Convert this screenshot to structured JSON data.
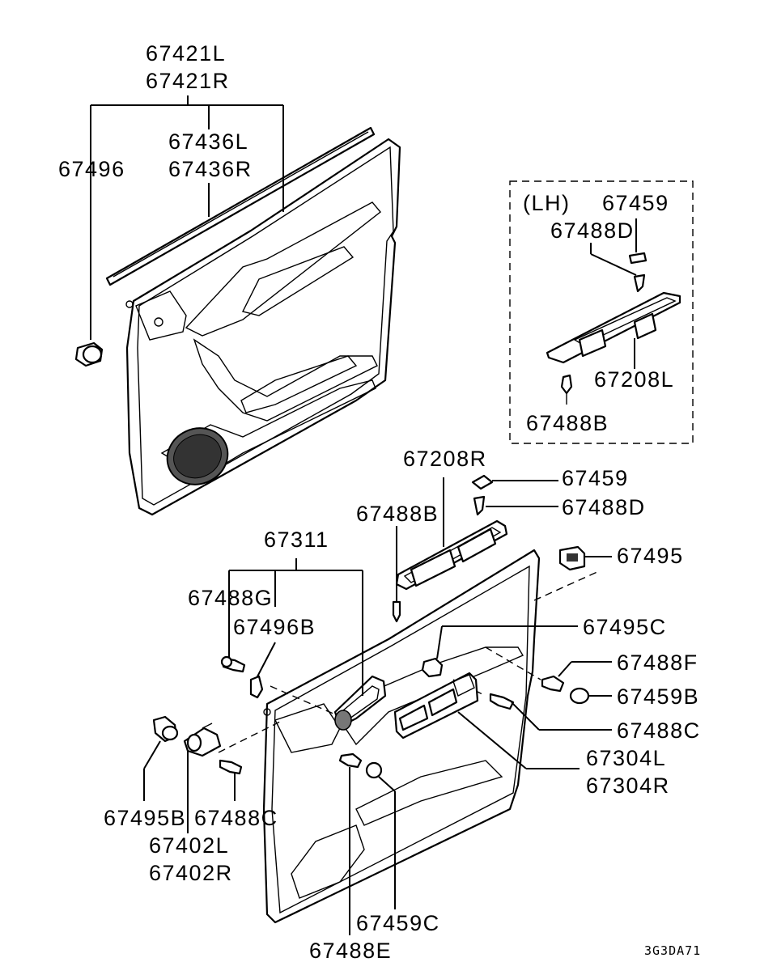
{
  "diagram_code": "3G3DA71",
  "inset": {
    "title": "(LH)"
  },
  "labels": {
    "p67421L": "67421L",
    "p67421R": "67421R",
    "p67436L": "67436L",
    "p67436R": "67436R",
    "p67496": "67496",
    "inset_67459": "67459",
    "inset_67488D": "67488D",
    "inset_67208L": "67208L",
    "inset_67488B": "67488B",
    "p67208R": "67208R",
    "p67459": "67459",
    "p67488D": "67488D",
    "p67488B": "67488B",
    "p67495": "67495",
    "p67311": "67311",
    "p67488G": "67488G",
    "p67496B": "67496B",
    "p67495C": "67495C",
    "p67488F": "67488F",
    "p67459B": "67459B",
    "p67488C_right": "67488C",
    "p67304L": "67304L",
    "p67304R": "67304R",
    "p67495B": "67495B",
    "p67488C_left": "67488C",
    "p67402L": "67402L",
    "p67402R": "67402R",
    "p67459C": "67459C",
    "p67488E": "67488E"
  }
}
